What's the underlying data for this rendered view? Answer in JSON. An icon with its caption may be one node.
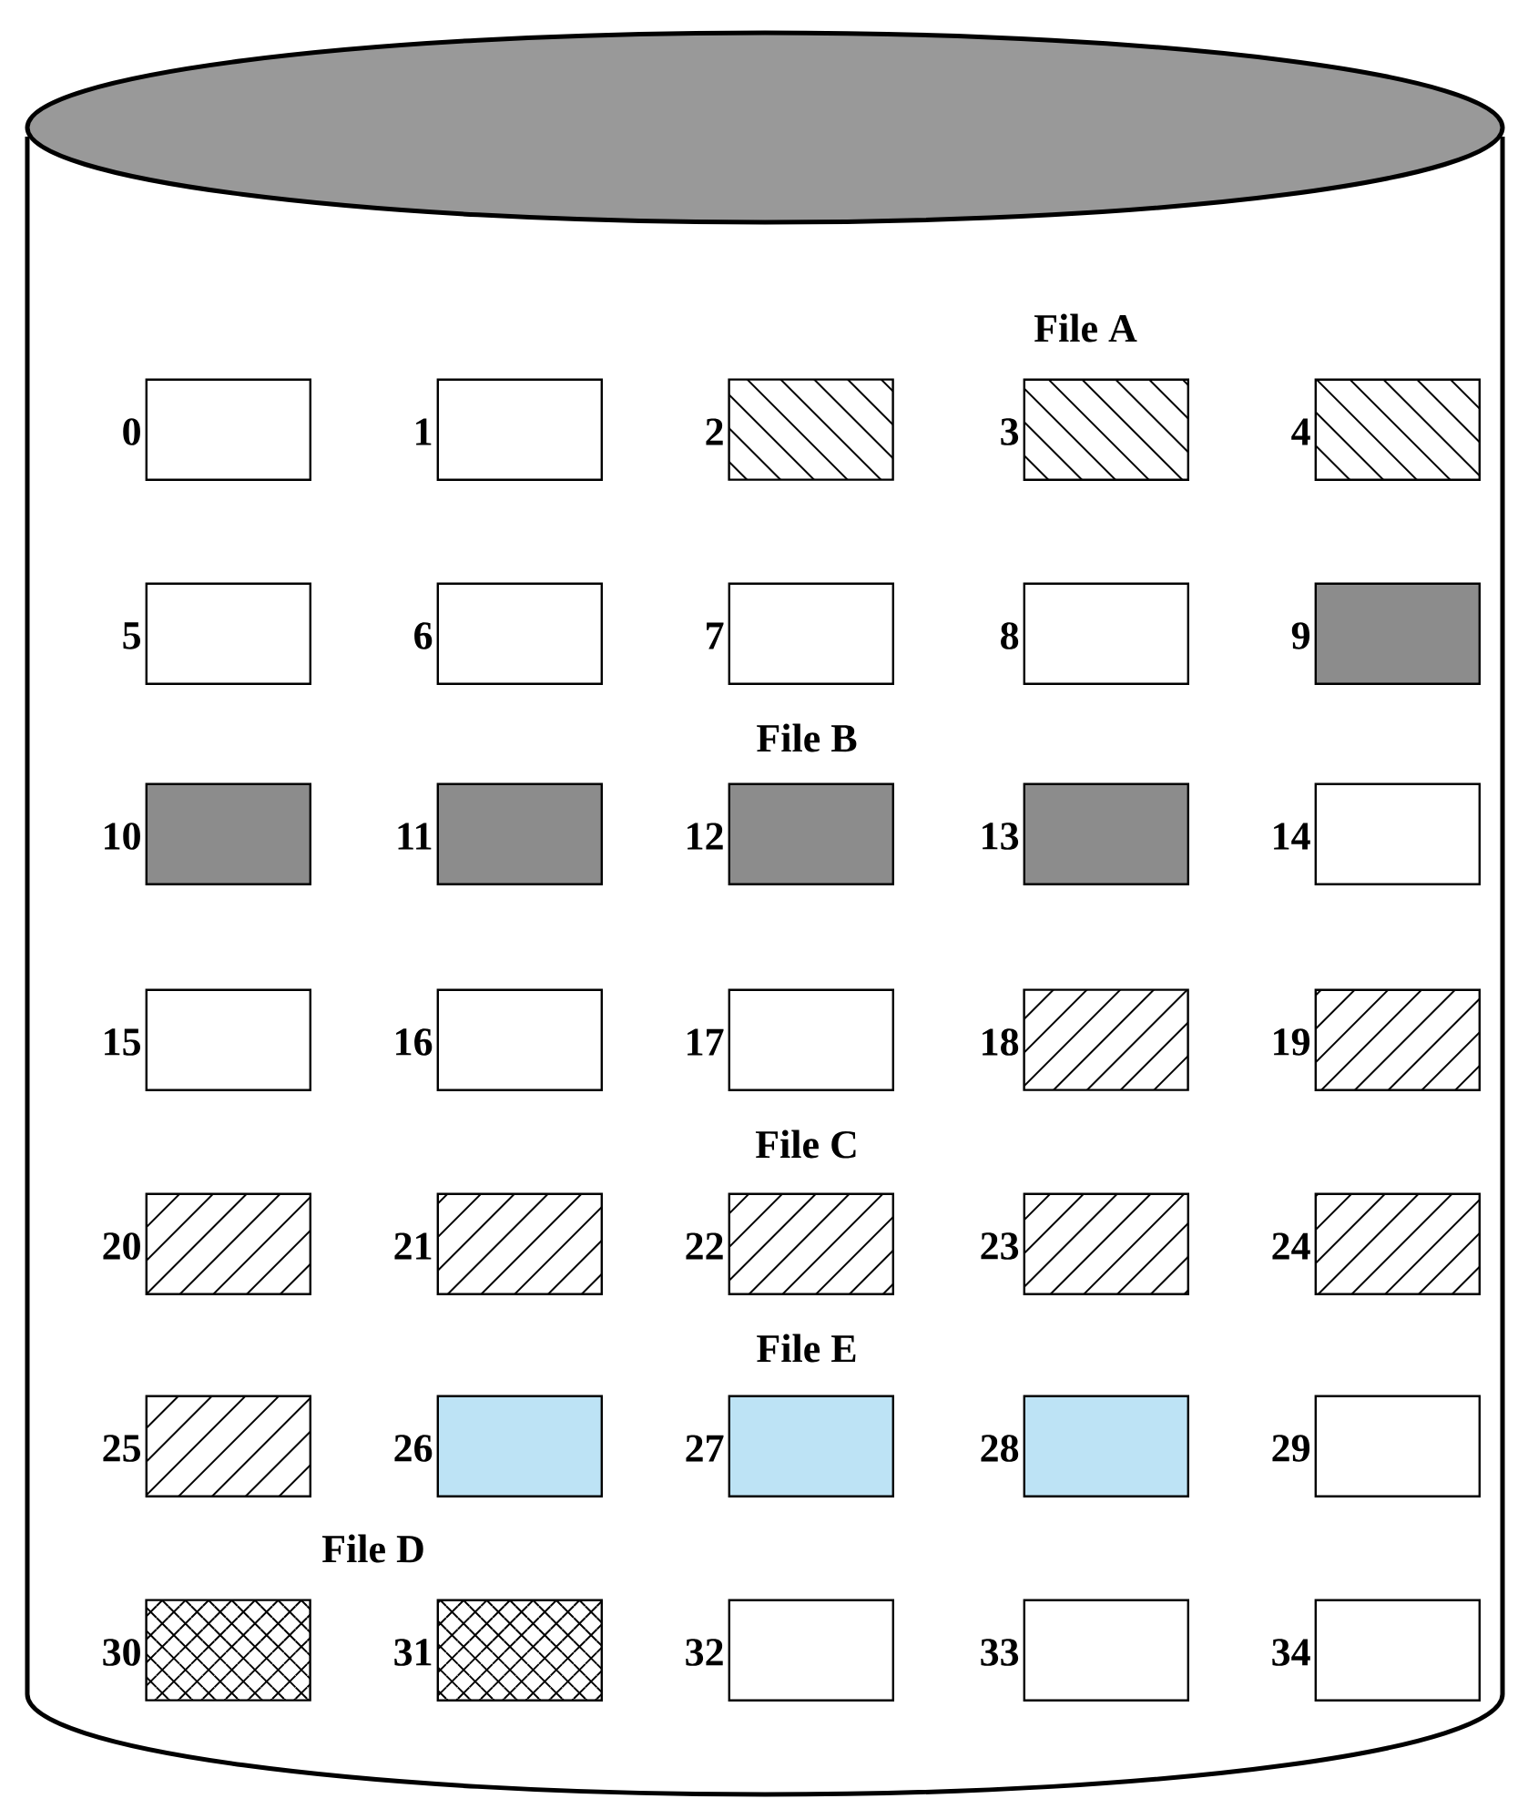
{
  "diagram": {
    "nodes": [
      {
        "text": [],
        "shape": "cylinder"
      },
      {
        "text": [],
        "shape": "box",
        "beside": [
          "0"
        ],
        "in": 0
      },
      {
        "text": [],
        "shape": "box",
        "beside": [
          "1"
        ],
        "in": 0
      },
      {
        "text": [],
        "shape": "box",
        "beside": [
          "2"
        ],
        "in": 0
      },
      {
        "text": [],
        "shape": "box",
        "beside": [
          "3"
        ],
        "in": 0
      },
      {
        "text": [],
        "shape": "box",
        "beside": [
          "4"
        ],
        "in": 0
      },
      {
        "text": [],
        "shape": "box",
        "beside": [
          "5"
        ],
        "in": 0
      },
      {
        "text": [],
        "shape": "box",
        "beside": [
          "6"
        ],
        "in": 0
      },
      {
        "text": [],
        "shape": "box",
        "beside": [
          "7"
        ],
        "in": 0
      },
      {
        "text": [],
        "shape": "box",
        "beside": [
          "8"
        ],
        "in": 0
      },
      {
        "text": [],
        "shape": "box",
        "beside": [
          "9"
        ],
        "in": 0
      },
      {
        "text": [],
        "shape": "box",
        "beside": [
          "10"
        ],
        "in": 0
      },
      {
        "text": [],
        "shape": "box",
        "beside": [
          "11"
        ],
        "in": 0
      },
      {
        "text": [],
        "shape": "box",
        "beside": [
          "12"
        ],
        "in": 0
      },
      {
        "text": [],
        "shape": "box",
        "beside": [
          "13"
        ],
        "in": 0
      },
      {
        "text": [],
        "shape": "box",
        "beside": [
          "14"
        ],
        "in": 0
      },
      {
        "text": [],
        "shape": "box",
        "beside": [
          "15"
        ],
        "in": 0
      },
      {
        "text": [],
        "shape": "box",
        "beside": [
          "16"
        ],
        "in": 0
      },
      {
        "text": [],
        "shape": "box",
        "beside": [
          "17"
        ],
        "in": 0
      },
      {
        "text": [],
        "shape": "box",
        "beside": [
          "18"
        ],
        "in": 0
      },
      {
        "text": [],
        "shape": "box",
        "beside": [
          "19"
        ],
        "in": 0
      },
      {
        "text": [],
        "shape": "box",
        "beside": [
          "20"
        ],
        "in": 0
      },
      {
        "text": [],
        "shape": "box",
        "beside": [
          "21"
        ],
        "in": 0
      },
      {
        "text": [],
        "shape": "box",
        "beside": [
          "22"
        ],
        "in": 0
      },
      {
        "text": [],
        "shape": "box",
        "beside": [
          "23"
        ],
        "in": 0
      },
      {
        "text": [],
        "shape": "box",
        "beside": [
          "24"
        ],
        "in": 0
      },
      {
        "text": [],
        "shape": "box",
        "beside": [
          "25"
        ],
        "in": 0
      },
      {
        "text": [],
        "shape": "box",
        "beside": [
          "26"
        ],
        "in": 0
      },
      {
        "text": [],
        "shape": "box",
        "beside": [
          "27"
        ],
        "in": 0
      },
      {
        "text": [],
        "shape": "box",
        "beside": [
          "28"
        ],
        "in": 0
      },
      {
        "text": [],
        "shape": "box",
        "beside": [
          "29"
        ],
        "in": 0
      },
      {
        "text": [],
        "shape": "box",
        "beside": [
          "30"
        ],
        "in": 0
      },
      {
        "text": [],
        "shape": "box",
        "beside": [
          "31"
        ],
        "in": 0
      },
      {
        "text": [],
        "shape": "box",
        "beside": [
          "32"
        ],
        "in": 0
      },
      {
        "text": [],
        "shape": "box",
        "beside": [
          "33"
        ],
        "in": 0
      },
      {
        "text": [],
        "shape": "box",
        "beside": [
          "34"
        ],
        "in": 0
      }
    ],
    "labels": [
      "File A",
      "File B",
      "File C",
      "File E",
      "File D"
    ]
  }
}
